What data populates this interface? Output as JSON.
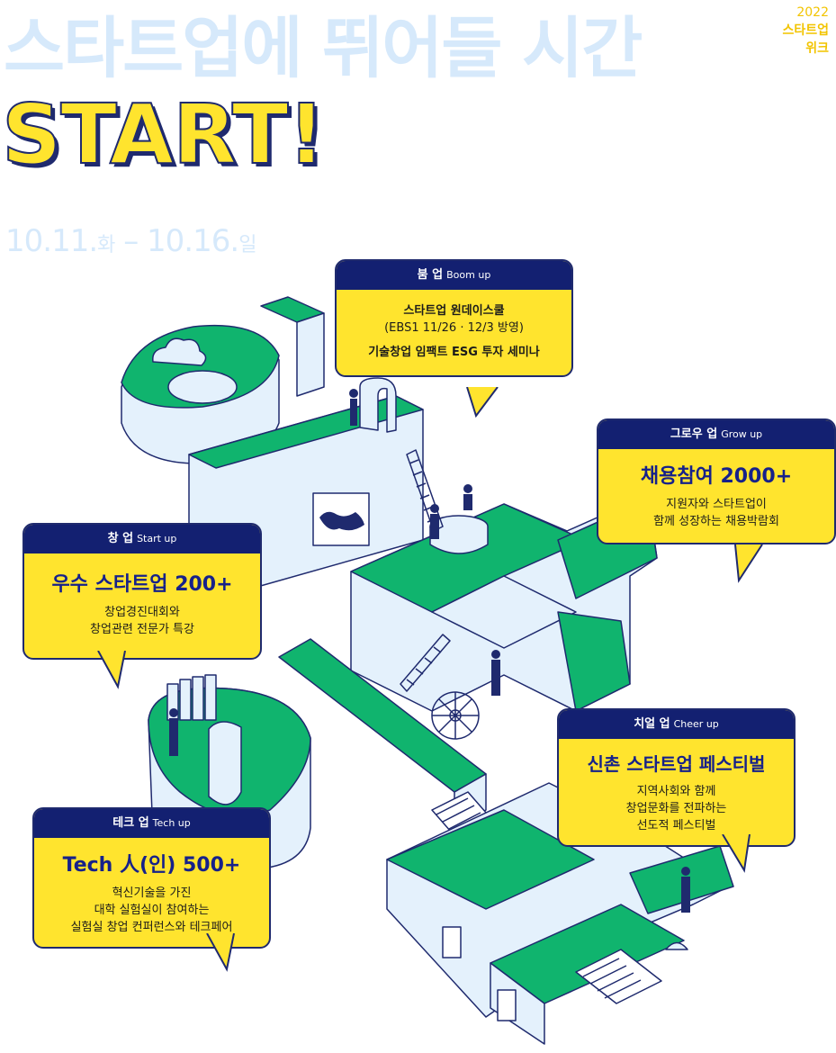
{
  "hero": {
    "title": "스타트업에 뛰어들 시간",
    "start": "START!",
    "side_year": "2022",
    "side_name_1": "스타트업",
    "side_name_2": "위크",
    "date_start": "10.11.",
    "date_start_day": "화",
    "date_sep": " – ",
    "date_end": "10.16.",
    "date_end_day": "일"
  },
  "cards": {
    "boom": {
      "title": "붐 업",
      "title_en": "Boom up",
      "lines": [
        "스타트업 원데이스쿨",
        "(EBS1 11/26 · 12/3 방영)",
        "기술창업 임팩트 ESG 투자 세미나"
      ]
    },
    "grow": {
      "title": "그로우 업",
      "title_en": "Grow up",
      "big": "채용참여 2000+",
      "lines": [
        "지원자와 스타트업이",
        "함께 성장하는 채용박람회"
      ]
    },
    "start": {
      "title": "창 업",
      "title_en": "Start up",
      "big": "우수 스타트업 200+",
      "lines": [
        "창업경진대회와",
        "창업관련 전문가 특강"
      ]
    },
    "cheer": {
      "title": "치얼 업",
      "title_en": "Cheer up",
      "big": "신촌 스타트업 페스티벌",
      "lines": [
        "지역사회와 함께",
        "창업문화를 전파하는",
        "선도적 페스티벌"
      ]
    },
    "tech": {
      "title": "테크 업",
      "title_en": "Tech up",
      "big": "Tech 人(인) 500+",
      "lines": [
        "혁신기술을 가진",
        "대학 실험실이 참여하는",
        "실험실 창업 컨퍼런스와 테크페어"
      ]
    }
  },
  "colors": {
    "navy": "#132071",
    "yellow": "#ffe42e",
    "green": "#10b46e",
    "pale_blue": "#e4f1fc",
    "title_blue": "#d6e9fb"
  }
}
